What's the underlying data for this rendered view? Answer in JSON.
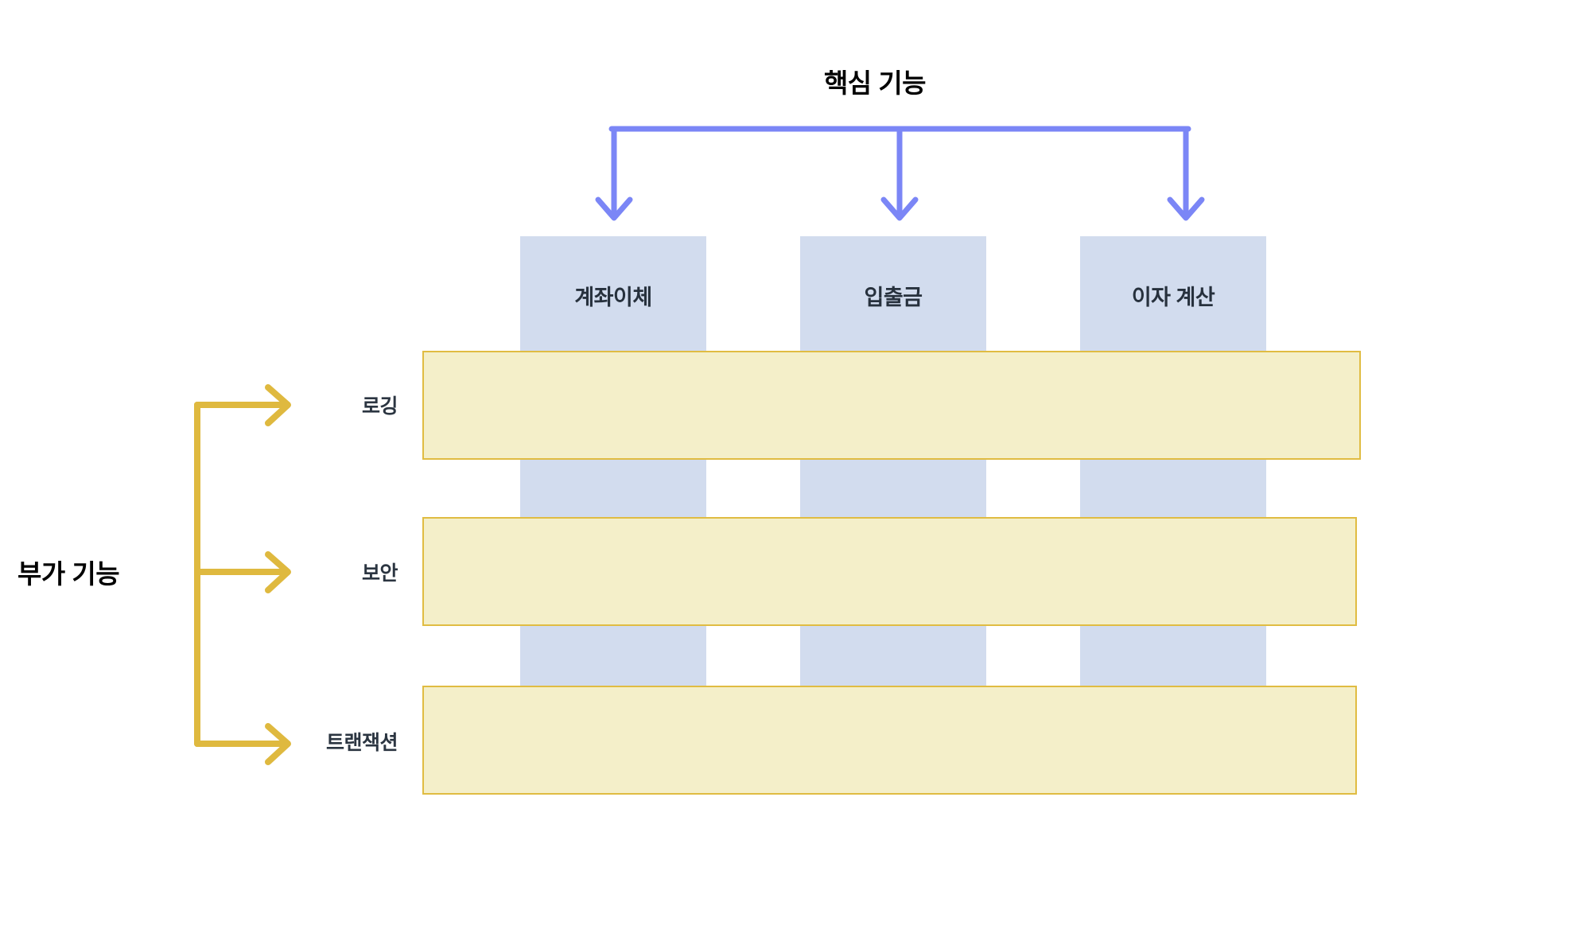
{
  "diagram": {
    "type": "cross-cutting-concerns-matrix",
    "background_color": "#ffffff",
    "core_group": {
      "title": "핵심 기능",
      "connector_color": "#7b86f6",
      "band_color": "#d2dcee",
      "columns": [
        {
          "label": "계좌이체"
        },
        {
          "label": "입출금"
        },
        {
          "label": "이자 계산"
        }
      ]
    },
    "extra_group": {
      "title": "부가 기능",
      "connector_color": "#dfb93f",
      "bar_fill_color": "#f4efc9",
      "bar_border_color": "#e0bc42",
      "rows": [
        {
          "label": "로깅"
        },
        {
          "label": "보안"
        },
        {
          "label": "트랜잭션"
        }
      ]
    }
  }
}
